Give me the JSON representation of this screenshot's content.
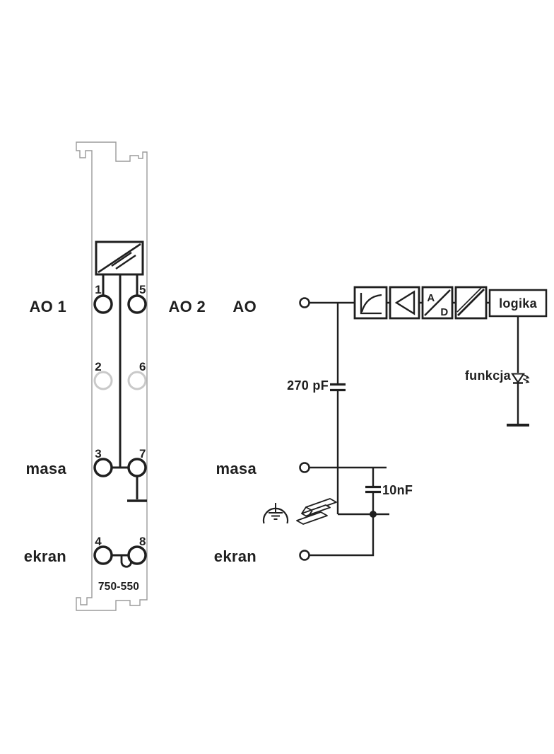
{
  "colors": {
    "ink": "#1f1f1f",
    "module_outline": "#9b9b9b",
    "unused_terminal": "#c9c9c9",
    "background": "#ffffff"
  },
  "module": {
    "part_number": "750-550",
    "terminals": {
      "t1": "1",
      "t2": "2",
      "t3": "3",
      "t4": "4",
      "t5": "5",
      "t6": "6",
      "t7": "7",
      "t8": "8"
    }
  },
  "labels": {
    "channel1": "AO 1",
    "channel2": "AO 2",
    "output": "AO",
    "ground_left": "masa",
    "ground_mid": "masa",
    "shield_left": "ekran",
    "shield_mid": "ekran"
  },
  "schematic": {
    "filter_cap": "270 pF",
    "shield_cap": "10nF",
    "logic": "logika",
    "led": "funkcja",
    "adc_a": "A",
    "adc_d": "D"
  }
}
